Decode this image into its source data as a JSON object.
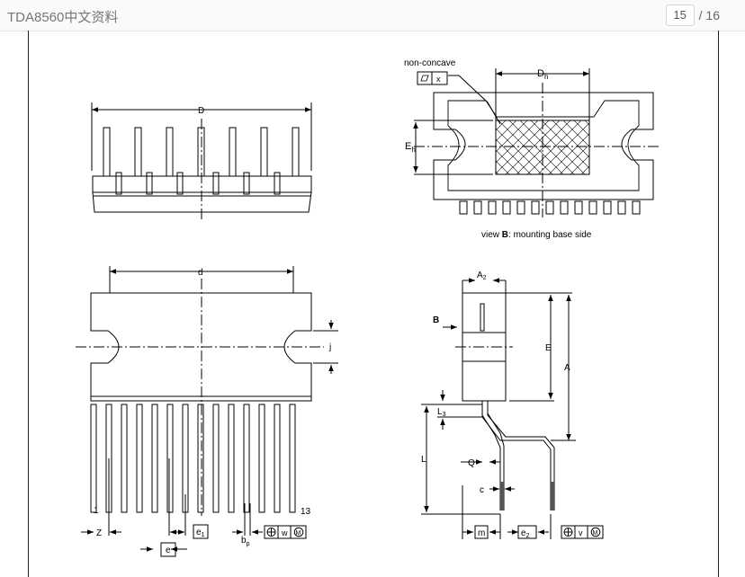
{
  "header": {
    "doc_title": "TDA8560中文资料",
    "current_page": "15",
    "total_pages": "/ 16"
  },
  "drawing": {
    "front_dim_D": "D",
    "top_label_non_concave": "non-concave",
    "flatness_symbol_x": "x",
    "top_dim_Dh_main": "D",
    "top_dim_Dh_sub": "h",
    "top_dim_Eh_main": "E",
    "top_dim_Eh_sub": "h",
    "view_b_prefix": "view ",
    "view_b_letter": "B",
    "view_b_suffix": ": mounting base side",
    "dim_d": "d",
    "dim_j": "j",
    "pin_first": "1",
    "pin_last": "13",
    "dim_Z": "Z",
    "dim_e": "e",
    "dim_e1_main": "e",
    "dim_e1_sub": "1",
    "dim_bp_main": "b",
    "dim_bp_sub": "p",
    "tol_w": "w",
    "tol_M": "M",
    "side_A2_main": "A",
    "side_A2_sub": "2",
    "side_B": "B",
    "side_E": "E",
    "side_A": "A",
    "side_L3_main": "L",
    "side_L3_sub": "3",
    "side_L": "L",
    "side_Q": "Q",
    "side_c": "c",
    "side_m": "m",
    "side_e2_main": "e",
    "side_e2_sub": "2",
    "tol_v": "v",
    "tol_M2": "M"
  }
}
